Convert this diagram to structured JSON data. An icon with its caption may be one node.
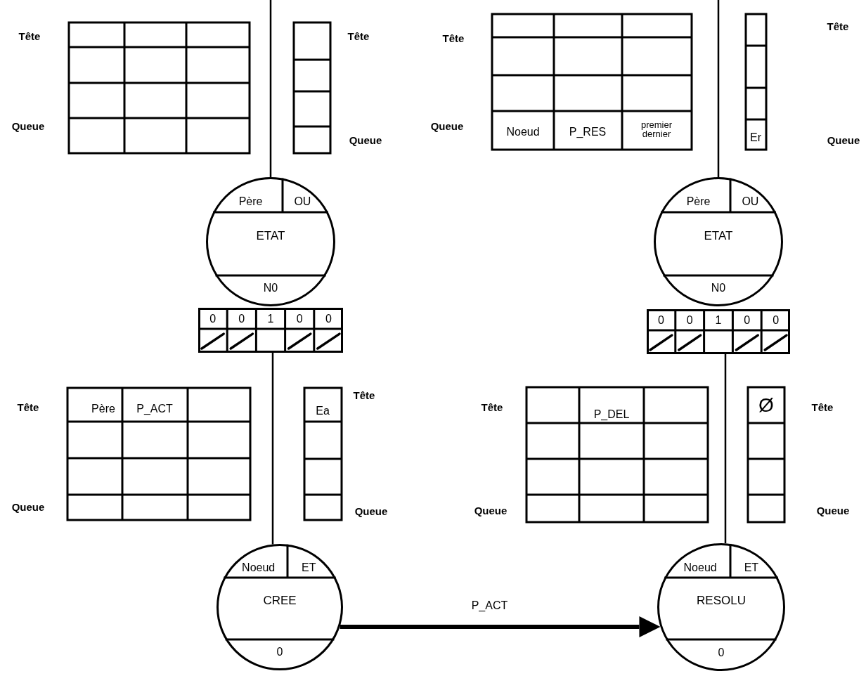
{
  "diagram": {
    "nodes": [
      {
        "text": [
          "Père",
          "OU",
          "ETAT",
          "N0"
        ]
      },
      {
        "text": [
          "Père",
          "OU",
          "ETAT",
          "N0"
        ]
      },
      {
        "text": [
          "0",
          "0",
          "1",
          "0",
          "0"
        ]
      },
      {
        "text": [
          "0",
          "0",
          "1",
          "0",
          "0"
        ]
      },
      {
        "text": [
          "Noeud",
          "ET",
          "CREE",
          "0"
        ]
      },
      {
        "text": [
          "Noeud",
          "ET",
          "RESOLU",
          "0"
        ]
      }
    ],
    "edges": [
      {
        "from": null,
        "to": 0,
        "arrow": "none"
      },
      {
        "from": null,
        "to": 1,
        "arrow": "none"
      },
      {
        "from": 2,
        "to": 4,
        "arrow": "none"
      },
      {
        "from": 3,
        "to": 5,
        "arrow": "none"
      },
      {
        "from": 4,
        "to": 5,
        "arrow": "to",
        "style": "thick",
        "label": "P_ACT"
      }
    ],
    "labels": [
      "Tête",
      "Tête",
      "Tête",
      "Tête",
      "Queue",
      "Queue",
      "Queue",
      "Noeud",
      "P_RES",
      "premier dernier",
      "Er",
      "Queue",
      "Tête",
      "Père",
      "P_ACT",
      "Tête",
      "Ea",
      "Tête",
      "P_DEL",
      "Ø",
      "Tête",
      "Queue",
      "Queue",
      "Queue",
      "Queue"
    ]
  }
}
